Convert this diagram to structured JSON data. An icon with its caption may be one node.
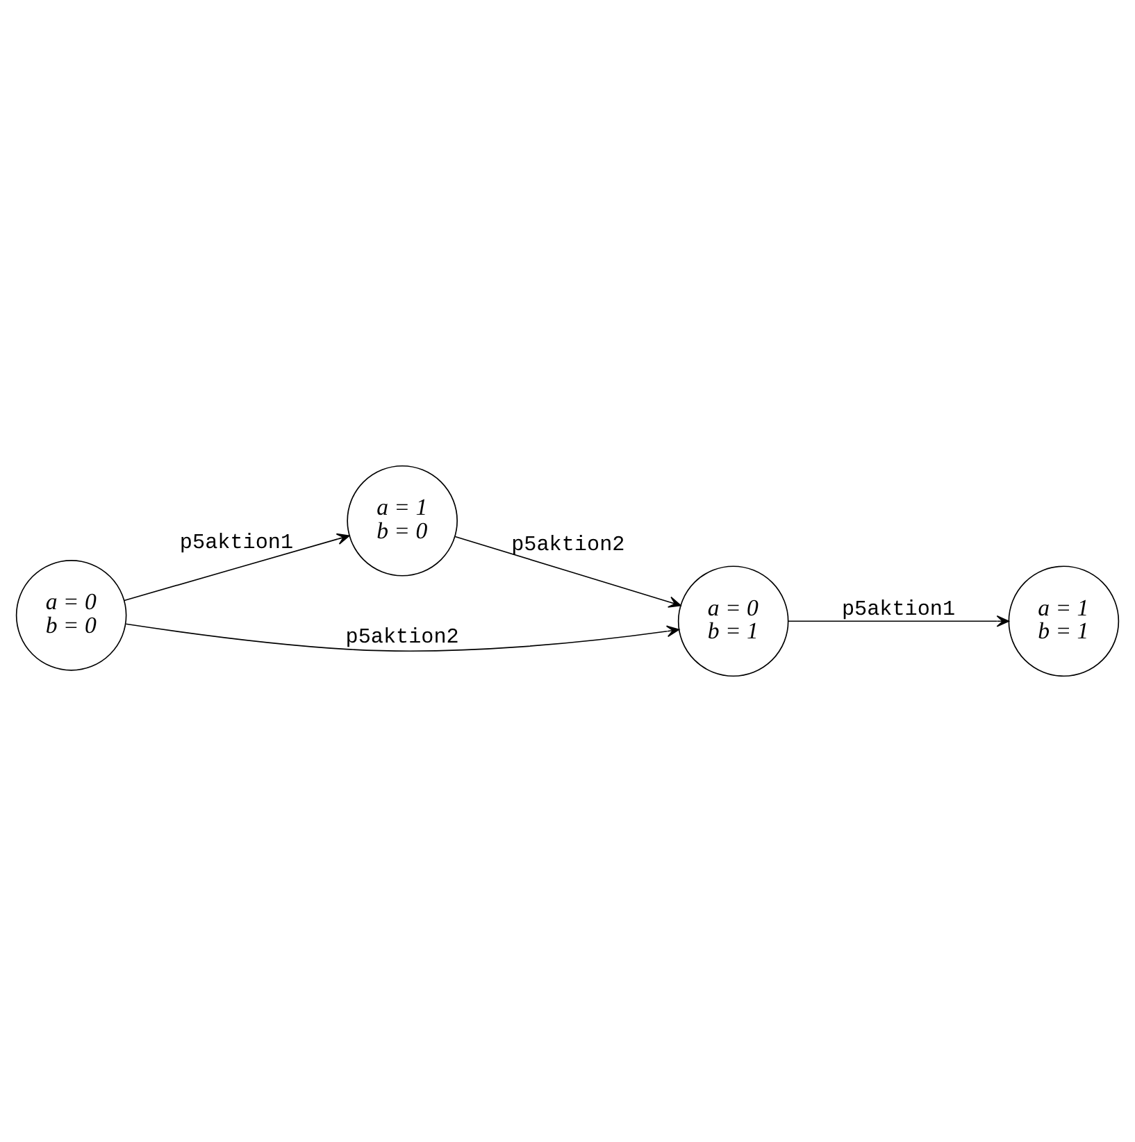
{
  "diagram": {
    "nodes": [
      {
        "text": [
          "a = 1",
          "b = 0"
        ]
      },
      {
        "text": [
          "a = 0",
          "b = 0"
        ]
      },
      {
        "text": [
          "a = 1",
          "b = 1"
        ]
      },
      {
        "text": [
          "a = 0",
          "b = 1"
        ]
      }
    ],
    "edges": [
      {
        "from": 1,
        "to": 0,
        "arrow": "to",
        "label": "p5aktion1"
      },
      {
        "from": 1,
        "to": 3,
        "arrow": "to",
        "label": "p5aktion2"
      },
      {
        "from": 0,
        "to": 3,
        "arrow": "to",
        "label": "p5aktion2"
      },
      {
        "from": 3,
        "to": 2,
        "arrow": "to",
        "label": "p5aktion1"
      }
    ]
  }
}
